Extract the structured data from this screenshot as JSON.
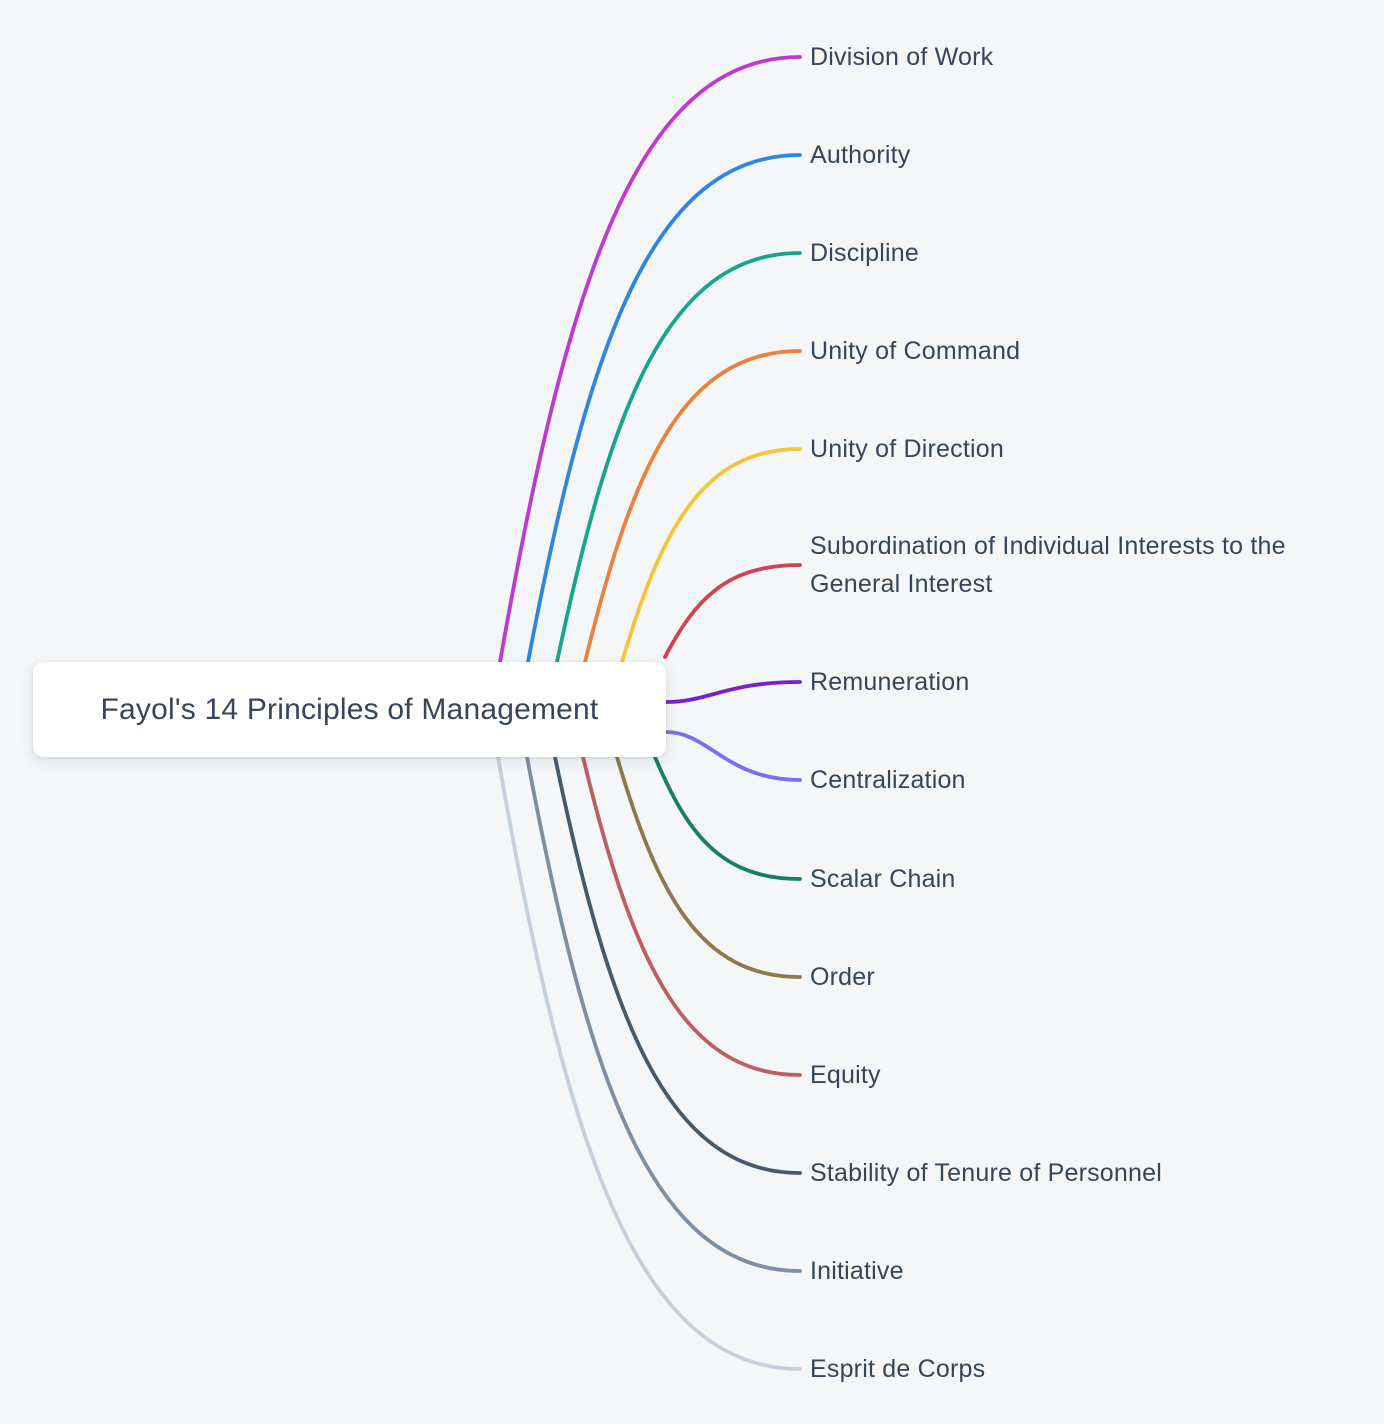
{
  "diagram": {
    "type": "mindmap",
    "background": "#f4f6f8",
    "text_color": "#36455a",
    "root": {
      "label": "Fayol's 14 Principles of Management",
      "background": "#ffffff"
    },
    "branches": [
      {
        "label": "Division of Work",
        "color": "#c138ce"
      },
      {
        "label": "Authority",
        "color": "#2e86de"
      },
      {
        "label": "Discipline",
        "color": "#16a689"
      },
      {
        "label": "Unity of Command",
        "color": "#e8823e"
      },
      {
        "label": "Unity of Direction",
        "color": "#f2c53d"
      },
      {
        "label": "Subordination of Individual Interests to the General Interest",
        "color": "#ce4356"
      },
      {
        "label": "Remuneration",
        "color": "#7a1fd0"
      },
      {
        "label": "Centralization",
        "color": "#7a6cf6"
      },
      {
        "label": "Scalar Chain",
        "color": "#177f68"
      },
      {
        "label": "Order",
        "color": "#8a7a4c"
      },
      {
        "label": "Equity",
        "color": "#bd5e5f"
      },
      {
        "label": "Stability of Tenure of Personnel",
        "color": "#475a6c"
      },
      {
        "label": "Initiative",
        "color": "#7f8fa1"
      },
      {
        "label": "Esprit de Corps",
        "color": "#c7d0da"
      }
    ]
  }
}
